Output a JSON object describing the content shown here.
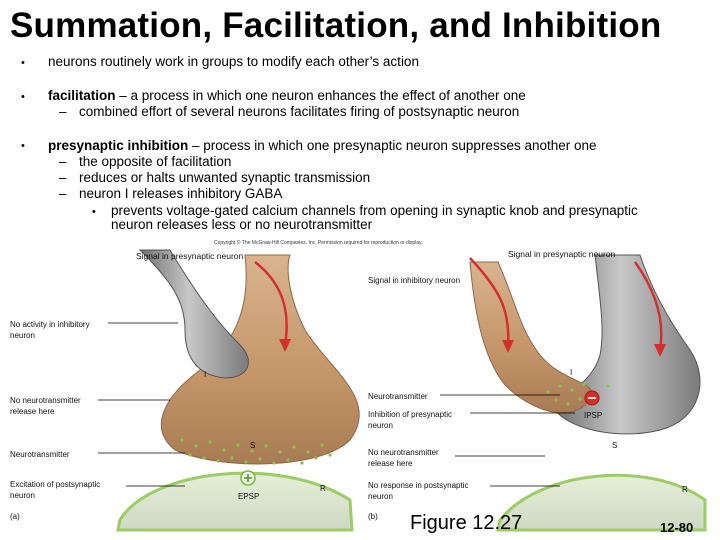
{
  "title": "Summation, Facilitation, and Inhibition",
  "bullets": {
    "b1": "neurons routinely work in groups to modify each other’s action",
    "b2_term": "facilitation",
    "b2_rest": " – a process in which one neuron enhances the effect of another one",
    "b2_sub1": "combined effort of several neurons facilitates firing of postsynaptic neuron",
    "b3_term": "presynaptic inhibition",
    "b3_rest": " – process in which one presynaptic neuron suppresses another one",
    "b3_sub1": "the opposite of facilitation",
    "b3_sub2": "reduces or halts unwanted synaptic transmission",
    "b3_sub3": "neuron I releases inhibitory GABA",
    "b3_subsub1_line1": "prevents voltage-gated calcium channels from opening in synaptic knob and presynaptic",
    "b3_subsub1_line2": "neuron releases less or no neurotransmitter"
  },
  "copyright": "Copyright © The McGraw-Hill Companies, Inc. Permission required for reproduction or display.",
  "figure": {
    "left": {
      "signal_label": "Signal in presynaptic neuron",
      "no_activity_1": "No activity in inhibitory",
      "no_activity_2": "neuron",
      "no_nt_release_1": "No neurotransmitter",
      "no_nt_release_2": "release here",
      "neurotransmitter": "Neurotransmitter",
      "excitation_1": "Excitation of postsynaptic",
      "excitation_2": "neuron",
      "panel": "(a)",
      "mark_i": "I",
      "mark_s": "S",
      "mark_r": "R",
      "epsp": "EPSP"
    },
    "right": {
      "signal_presyn": "Signal in presynaptic neuron",
      "signal_inhib": "Signal in inhibitory neuron",
      "neurotransmitter": "Neurotransmitter",
      "inhibition_1": "Inhibition of presynaptic",
      "inhibition_2": "neuron",
      "no_nt_release_1": "No neurotransmitter",
      "no_nt_release_2": "release here",
      "no_response_1": "No response in postsynaptic",
      "no_response_2": "neuron",
      "panel": "(b)",
      "mark_i": "I",
      "mark_s": "S",
      "mark_r": "R",
      "ipsp": "IPSP"
    },
    "caption": "Figure 12.27"
  },
  "page_number": "12-80",
  "colors": {
    "neuron_gray": "#9a9a9a",
    "knob_tan": "#c9a27a",
    "membrane_green": "#9ccc65",
    "arrow_red": "#d32f2f"
  }
}
